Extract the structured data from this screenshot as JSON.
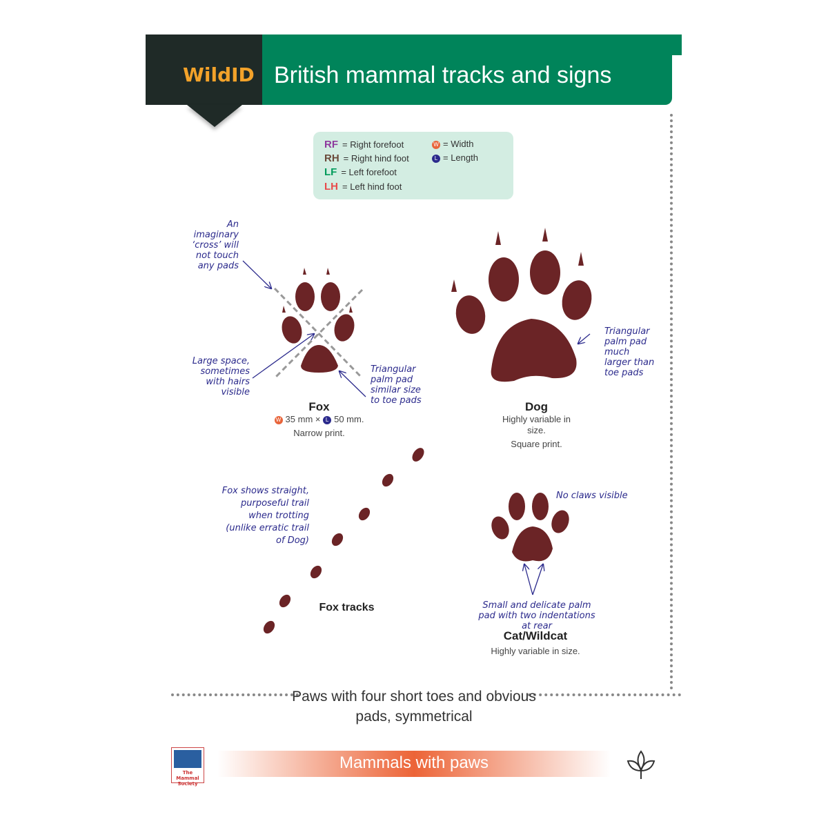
{
  "header": {
    "logo": "WildID",
    "title": "British mammal tracks and signs"
  },
  "legend": {
    "items": [
      {
        "code": "RF",
        "label": "= Right forefoot",
        "color": "#8e3a9e"
      },
      {
        "code": "RH",
        "label": "= Right hind foot",
        "color": "#6b4a3a"
      },
      {
        "code": "LF",
        "label": "= Left forefoot",
        "color": "#009a5a"
      },
      {
        "code": "LH",
        "label": "= Left hind foot",
        "color": "#e84a4a"
      }
    ],
    "width": {
      "symbol": "W",
      "label": "= Width",
      "color": "#e8643a"
    },
    "length": {
      "symbol": "L",
      "label": "= Length",
      "color": "#2b2a8c"
    }
  },
  "fox": {
    "name": "Fox",
    "width": "35 mm ×",
    "length": "50 mm.",
    "shape": "Narrow print.",
    "note_cross": "An imaginary ‘cross’ will not touch any pads",
    "note_space": "Large space, sometimes with hairs visible",
    "note_pad": "Triangular palm pad similar size to toe pads"
  },
  "dog": {
    "name": "Dog",
    "size": "Highly variable in size.",
    "shape": "Square print.",
    "note_pad": "Triangular palm pad much larger than toe pads"
  },
  "tracks": {
    "name": "Fox tracks",
    "note": "Fox shows straight, purposeful trail when trotting (unlike erratic trail of Dog)"
  },
  "cat": {
    "name": "Cat/Wildcat",
    "size": "Highly variable in size.",
    "note_claws": "No claws visible",
    "note_pad": "Small and delicate palm pad with two indentations at rear"
  },
  "summary": "Paws with four short toes and obvious pads, symmetrical",
  "footer": {
    "banner": "Mammals with paws",
    "society_logo": "The Mammal Society"
  },
  "colors": {
    "green": "#00845a",
    "paw": "#6b2426",
    "orange": "#ec6437"
  }
}
